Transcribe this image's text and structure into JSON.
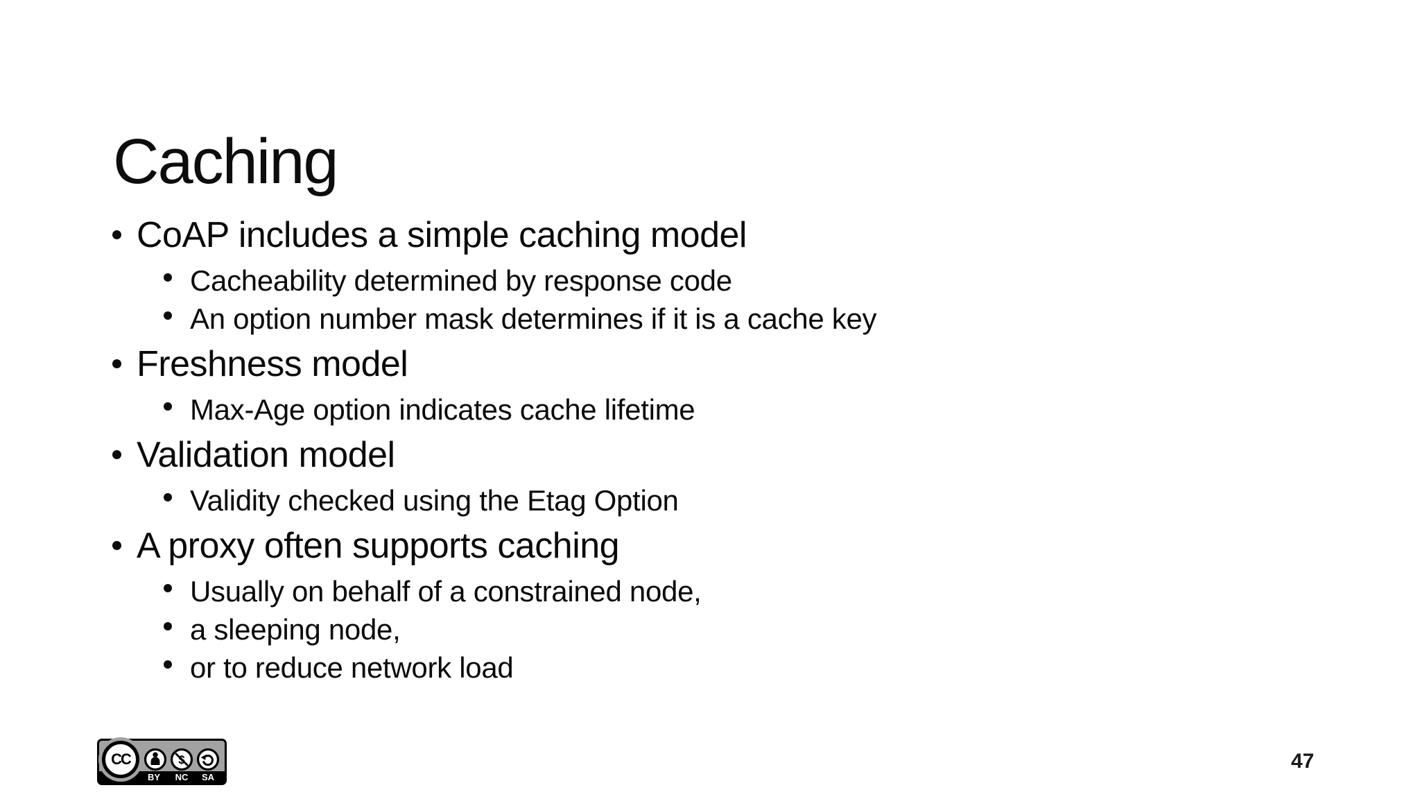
{
  "slide": {
    "title": "Caching",
    "page_number": "47",
    "bullets": [
      {
        "level": 1,
        "text": "CoAP includes a simple caching model"
      },
      {
        "level": 2,
        "text": "Cacheability determined by response code"
      },
      {
        "level": 2,
        "text": "An option number mask determines if it is a cache key"
      },
      {
        "level": 1,
        "text": "Freshness model"
      },
      {
        "level": 2,
        "text": "Max-Age option indicates cache lifetime"
      },
      {
        "level": 1,
        "text": "Validation model"
      },
      {
        "level": 2,
        "text": "Validity checked using the Etag Option"
      },
      {
        "level": 1,
        "text": "A proxy often supports caching"
      },
      {
        "level": 2,
        "text": "Usually on behalf of a constrained node,"
      },
      {
        "level": 2,
        "text": "a sleeping node,"
      },
      {
        "level": 2,
        "text": "or to reduce network load"
      }
    ]
  },
  "license_badge": {
    "cc_label": "CC",
    "terms": [
      {
        "code": "BY",
        "icon": "attribution-person-icon"
      },
      {
        "code": "NC",
        "icon": "non-commercial-no-dollar-icon"
      },
      {
        "code": "SA",
        "icon": "share-alike-arrow-icon"
      }
    ],
    "colors": {
      "background": "#a2a2a2",
      "band": "#000000",
      "label_text": "#ffffff"
    }
  }
}
